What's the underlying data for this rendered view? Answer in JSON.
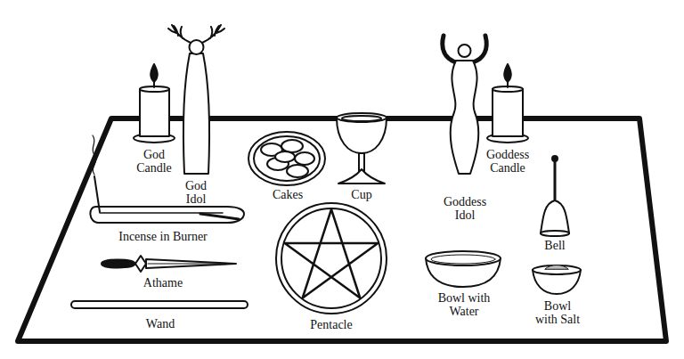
{
  "diagram": {
    "labels": [
      "God Candle",
      "God Idol",
      "Cakes",
      "Cup",
      "Goddess Idol",
      "Goddess Candle",
      "Incense in Burner",
      "Bell",
      "Athame",
      "Pentacle",
      "Bowl with Water",
      "Bowl with Salt",
      "Wand"
    ]
  }
}
